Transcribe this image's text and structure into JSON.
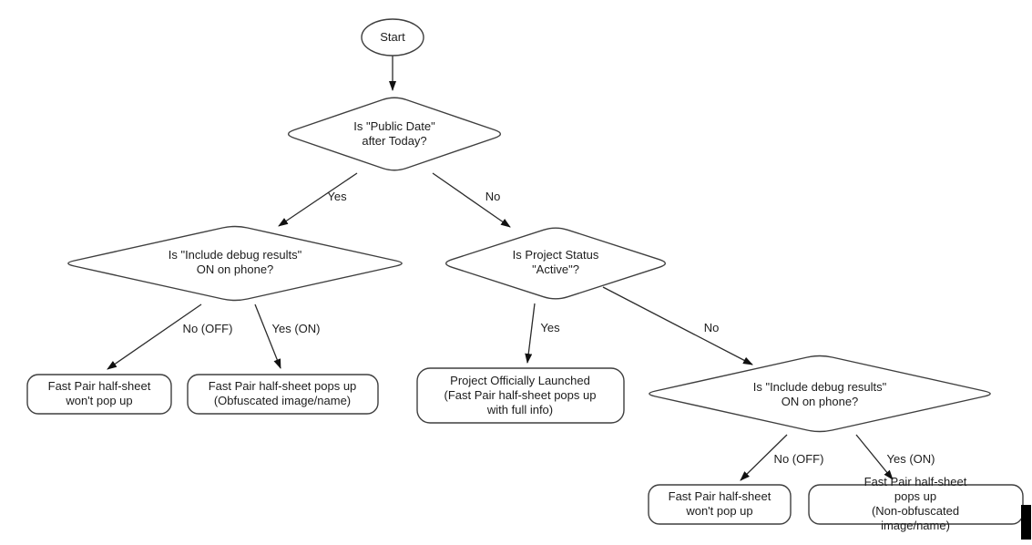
{
  "diagram": {
    "title": "Fast Pair half-sheet decision flowchart",
    "colors": {
      "shape_stroke": "#3f3f3f",
      "edge_stroke": "#2b2b2b",
      "text": "#1c1c1c",
      "background": "#ffffff",
      "cursor_bar": "#000000"
    },
    "nodes": {
      "start": {
        "type": "terminator",
        "label": "Start"
      },
      "decision_public_date": {
        "type": "decision",
        "label": "Is \"Public Date\"\nafter Today?"
      },
      "decision_debug_left": {
        "type": "decision",
        "label": "Is \"Include debug results\"\nON on phone?"
      },
      "decision_project_status": {
        "type": "decision",
        "label": "Is Project Status\n\"Active\"?"
      },
      "decision_debug_right": {
        "type": "decision",
        "label": "Is \"Include debug results\"\nON on phone?"
      },
      "result_no_popup_left": {
        "type": "result",
        "label": "Fast Pair half-sheet\nwon't pop up"
      },
      "result_obfuscated": {
        "type": "result",
        "label": "Fast Pair half-sheet pops up\n(Obfuscated image/name)"
      },
      "result_launched": {
        "type": "result",
        "label": "Project Officially Launched\n(Fast Pair half-sheet pops up\nwith full info)"
      },
      "result_no_popup_right": {
        "type": "result",
        "label": "Fast Pair half-sheet\nwon't pop up"
      },
      "result_non_obfuscated": {
        "type": "result",
        "label": "Fast Pair half-sheet pops up\n(Non-obfuscated image/name)"
      }
    },
    "edges": {
      "public_date_yes": {
        "label": "Yes"
      },
      "public_date_no": {
        "label": "No"
      },
      "debug_left_no": {
        "label": "No (OFF)"
      },
      "debug_left_yes": {
        "label": "Yes (ON)"
      },
      "project_status_yes": {
        "label": "Yes"
      },
      "project_status_no": {
        "label": "No"
      },
      "debug_right_no": {
        "label": "No (OFF)"
      },
      "debug_right_yes": {
        "label": "Yes (ON)"
      }
    }
  }
}
